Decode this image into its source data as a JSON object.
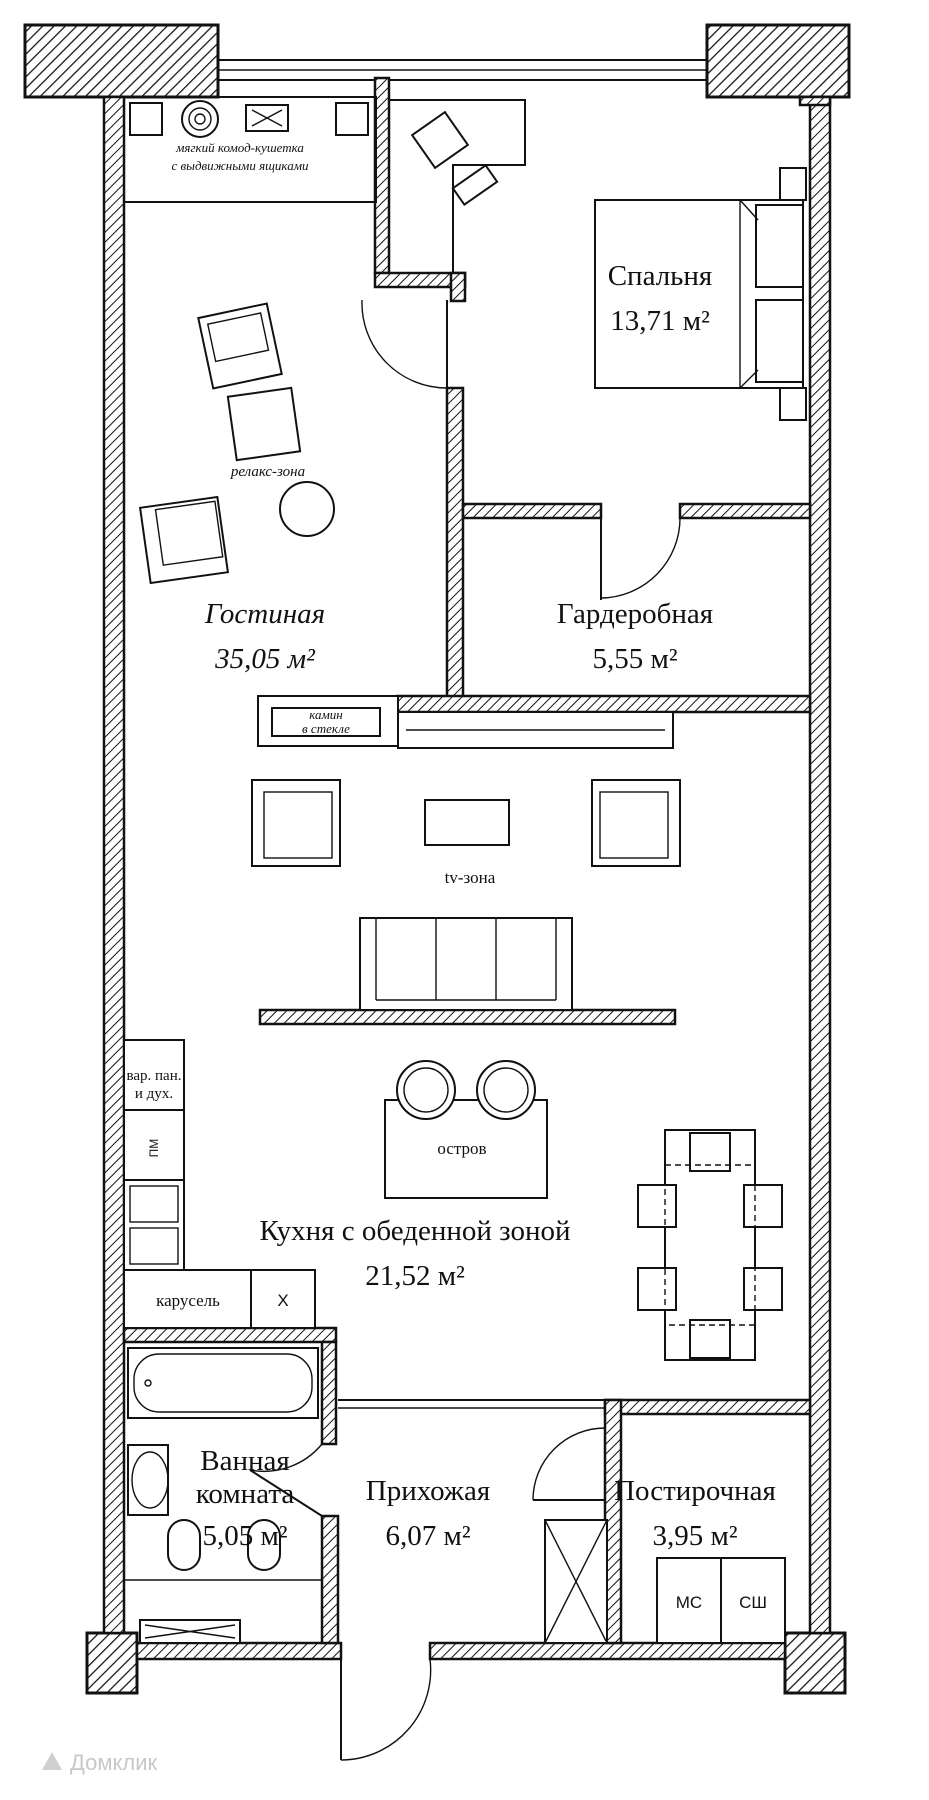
{
  "rooms": {
    "bedroom": {
      "name": "Спальня",
      "area": "13,71 м²"
    },
    "living": {
      "name": "Гостиная",
      "area": "35,05 м²"
    },
    "wardrobe": {
      "name": "Гардеробная",
      "area": "5,55 м²"
    },
    "kitchen": {
      "name": "Кухня с обеденной зоной",
      "area": "21,52 м²"
    },
    "bathroom": {
      "name_line1": "Ванная",
      "name_line2": "комната",
      "area": "5,05 м²"
    },
    "hallway": {
      "name": "Прихожая",
      "area": "6,07 м²"
    },
    "laundry": {
      "name": "Постирочная",
      "area": "3,95 м²"
    }
  },
  "labels": {
    "dresser_line1": "мягкий комод-кушетка",
    "dresser_line2": "с выдвижными ящиками",
    "relax_zone": "релакс-зона",
    "fireplace_line1": "камин",
    "fireplace_line2": "в стекле",
    "tv_zone": "tv-зона",
    "island": "остров",
    "oven_line1": "вар. пан.",
    "oven_line2": "и дух.",
    "dishwasher": "ПМ",
    "carousel": "карусель",
    "fridge": "Х",
    "washer": "МС",
    "dryer": "СШ"
  },
  "watermark": "Домклик"
}
